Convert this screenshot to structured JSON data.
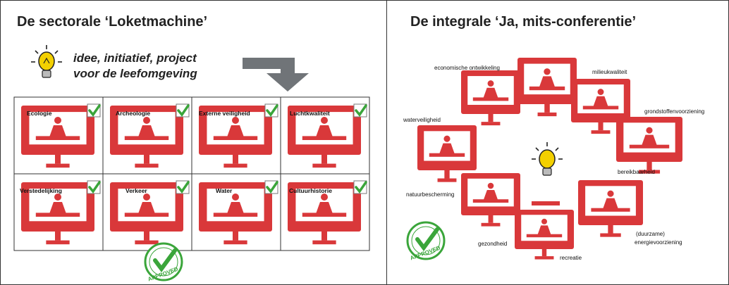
{
  "left_panel": {
    "title": "De sectorale ‘Loketmachine’",
    "idea_line1": "idee, initiatief, project",
    "idea_line2": "voor de leefomgeving",
    "cells": [
      "Ecologie",
      "Archeologie",
      "Externe veiligheid",
      "Luchtkwaliteit",
      "Verstedelijking",
      "Verkeer",
      "Water",
      "Cultuurhistorie"
    ],
    "stamp_text": "APPROVED"
  },
  "right_panel": {
    "title": "De integrale ‘Ja, mits-conferentie’",
    "labels": [
      "economische ontwikkeling",
      "milieukwaliteit",
      "grondstoffenvoorziening",
      "waterveiligheid",
      "bereikbaarheid",
      "natuurbescherming",
      "gezondheid",
      "recreatie",
      "(duurzame)",
      "energievoorziening"
    ],
    "stamp_text": "APPROVED"
  },
  "colors": {
    "monitor_red": "#d9383a",
    "check_green": "#3aa53a",
    "arrow_gray": "#707478",
    "bulb_yellow": "#f3d000"
  }
}
